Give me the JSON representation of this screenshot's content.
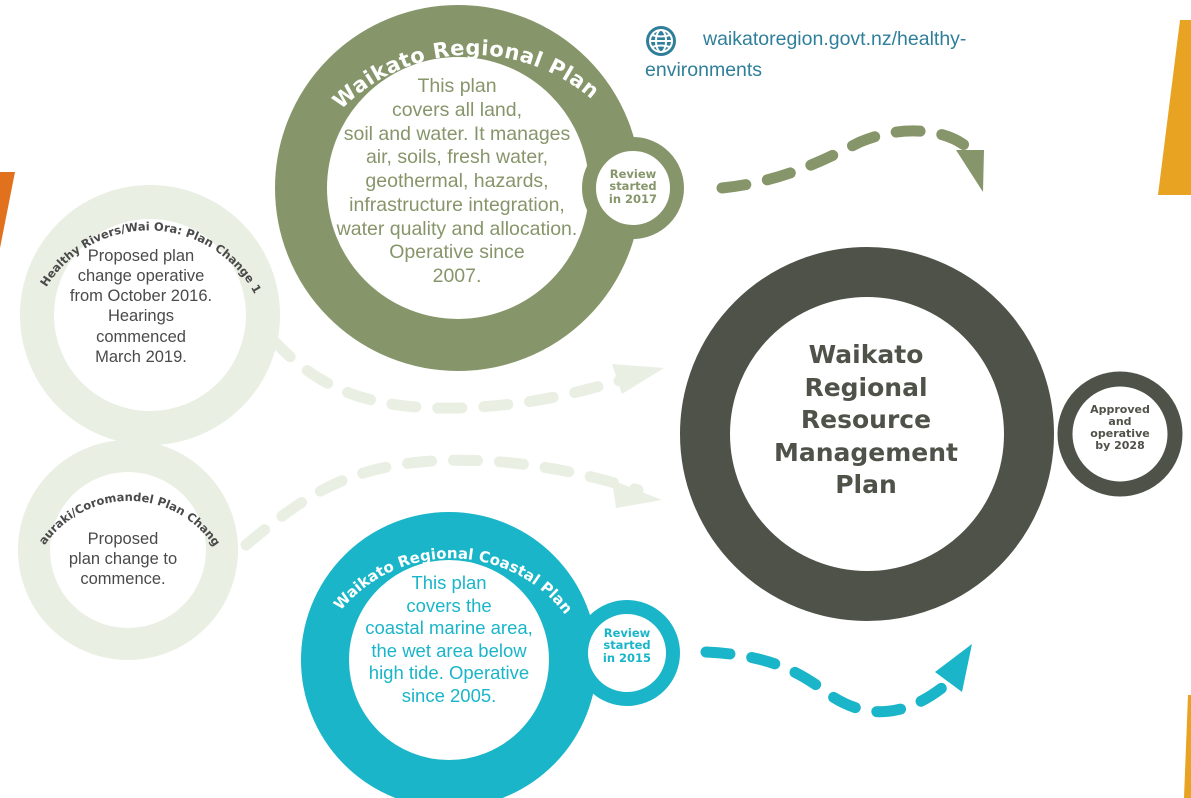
{
  "regional_plan": {
    "title": "Waikato Regional Plan",
    "body": "This plan\ncovers all land,\nsoil and water. It manages\nair, soils, fresh  water,\ngeothermal, hazards,\ninfrastructure integration,\nwater quality and allocation.\nOperative since\n2007.",
    "badge": "Review\nstarted\nin 2017"
  },
  "coastal_plan": {
    "title": "Waikato Regional Coastal Plan",
    "body": "This plan\ncovers the\ncoastal marine area,\nthe wet area below\nhigh tide. Operative\nsince 2005.",
    "badge": "Review\nstarted\nin 2015"
  },
  "healthy_rivers": {
    "title": "Healthy Rivers/Wai Ora: Plan Change 1",
    "body": "Proposed plan\nchange operative\nfrom October 2016.\nHearings\ncommenced\nMarch 2019."
  },
  "hauraki": {
    "title": "Hauraki/Coromandel Plan Change",
    "body": "Proposed\nplan change to\ncommence."
  },
  "rrmp": {
    "title": "Waikato\nRegional\nResource\nManagement\nPlan",
    "badge": "Approved\nand\noperative\nby 2028"
  },
  "link": {
    "icon": "globe-icon",
    "text": "waikatoregion.govt.nz/healthy-environments"
  },
  "colors": {
    "regional_green": "#86966a",
    "coastal_teal": "#1ab5c9",
    "rrmp_dark": "#4f5249",
    "pale_green": "#e9efe3",
    "link_blue": "#2f7f9a",
    "accent_orange": "#e2711d",
    "accent_yellow": "#e9a322"
  }
}
